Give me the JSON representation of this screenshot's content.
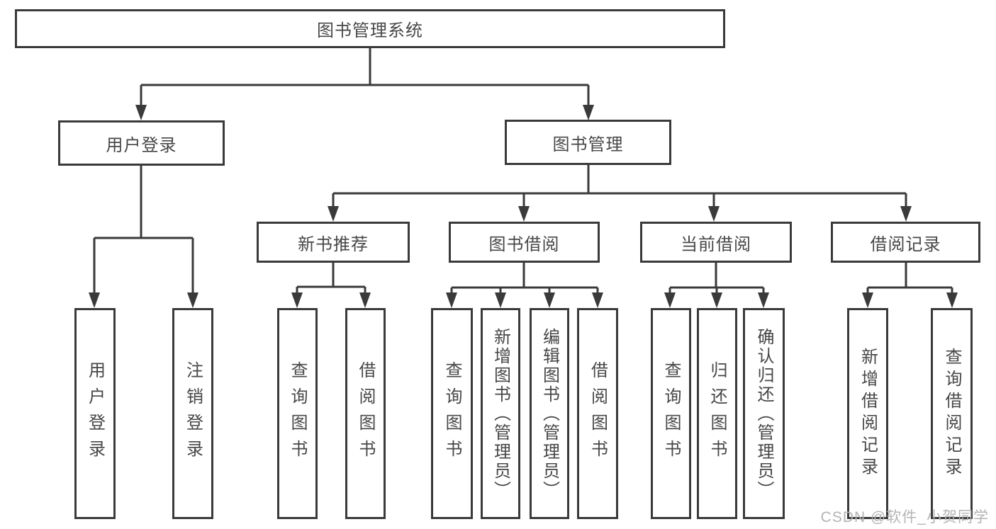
{
  "diagram": {
    "title": "图书管理系统",
    "level2": {
      "user_login": "用户登录",
      "book_management": "图书管理"
    },
    "level3": {
      "new_book_recommend": "新书推荐",
      "book_borrow": "图书借阅",
      "current_borrow": "当前借阅",
      "borrow_records": "借阅记录"
    },
    "leaves": {
      "user_login": "用户登录",
      "logout": "注销登录",
      "rec_query_books": "查询图书",
      "rec_borrow_books": "借阅图书",
      "bor_query_books": "查询图书",
      "bor_add_books": "新增图书（管理员）",
      "bor_edit_books": "编辑图书（管理员）",
      "bor_borrow_books": "借阅图书",
      "cur_query_books": "查询图书",
      "cur_return_books": "归还图书",
      "cur_confirm_return": "确认归还（管理员）",
      "log_add_record": "新增借阅记录",
      "log_query_record": "查询借阅记录"
    }
  },
  "watermark": "CSDN @软件_小贺同学",
  "colors": {
    "line": "#3a3a3a",
    "text": "#474747",
    "watermark": "#b4b4b4",
    "background": "#ffffff"
  }
}
